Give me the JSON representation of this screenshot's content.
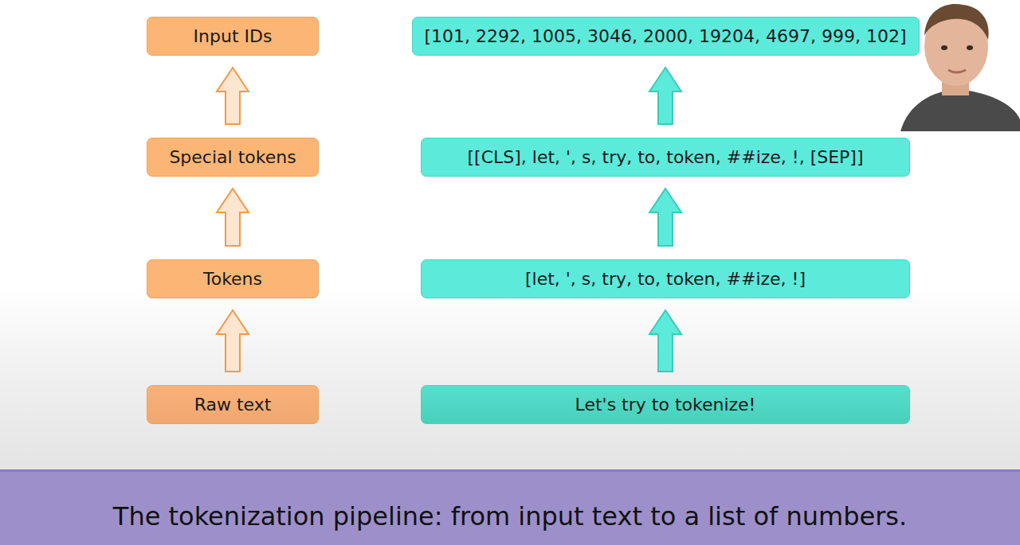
{
  "diagram": {
    "caption": "The tokenization pipeline: from input text to a list of numbers.",
    "nodes": [
      {
        "text": [
          "Input IDs"
        ]
      },
      {
        "text": [
          "[101, 2292, 1005, 3046, 2000, 19204, 4697, 999, 102]"
        ]
      },
      {
        "text": [
          "Special tokens"
        ]
      },
      {
        "text": [
          "[[CLS], let, ', s, try, to, token, ##ize, !, [SEP]]"
        ]
      },
      {
        "text": [
          "Tokens"
        ]
      },
      {
        "text": [
          "[let, ', s, try, to, token, ##ize, !]"
        ]
      },
      {
        "text": [
          "Raw text"
        ]
      },
      {
        "text": [
          "Let's try to tokenize!"
        ]
      }
    ],
    "edges": [
      {
        "from": 6,
        "to": 4,
        "arrow": "to"
      },
      {
        "from": 4,
        "to": 2,
        "arrow": "to"
      },
      {
        "from": 2,
        "to": 0,
        "arrow": "to"
      },
      {
        "from": 7,
        "to": 5,
        "arrow": "to"
      },
      {
        "from": 5,
        "to": 3,
        "arrow": "to"
      },
      {
        "from": 3,
        "to": 1,
        "arrow": "to"
      }
    ]
  }
}
